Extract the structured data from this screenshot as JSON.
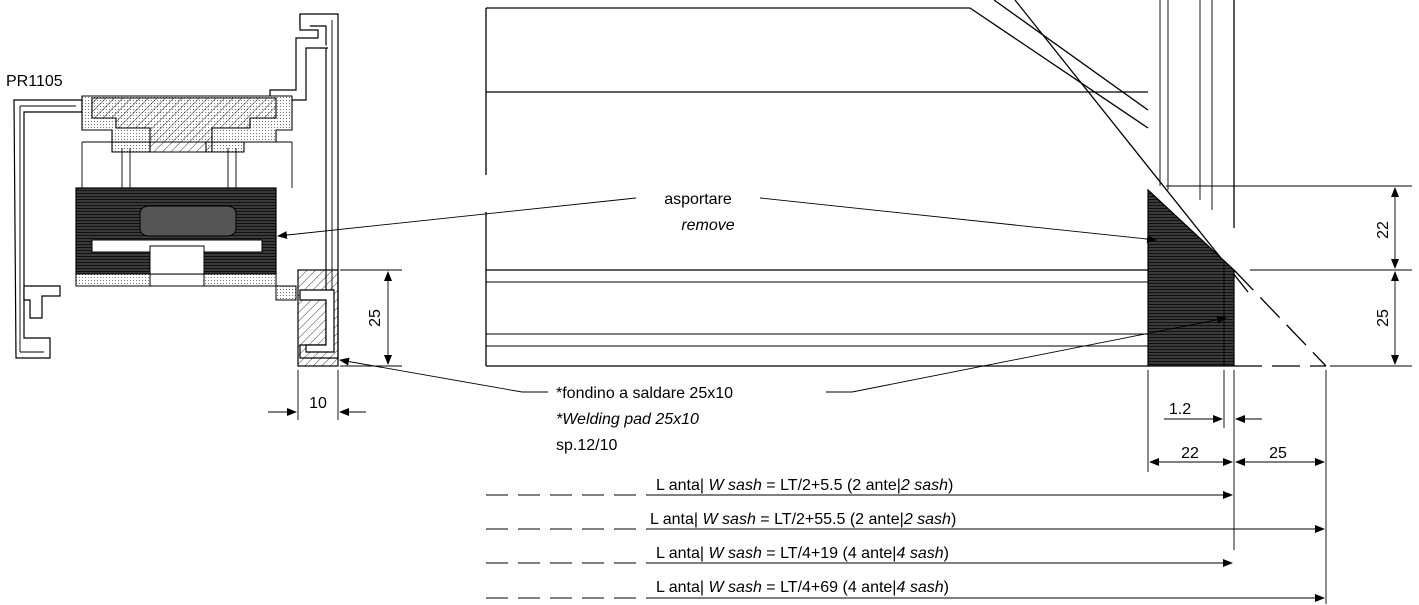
{
  "profile_code": "PR1105",
  "callouts": {
    "remove_it": "asportare",
    "remove_en": "remove",
    "pad_it": "*fondino a saldare 25x10",
    "pad_en": "*Welding pad  25x10",
    "thickness": "sp.12/10"
  },
  "dimensions": {
    "section_pad_height": "25",
    "section_pad_width": "10",
    "right_upper": "22",
    "right_lower": "25",
    "offset": "1.2",
    "cut_width": "22",
    "pad_width": "25"
  },
  "formulas": [
    {
      "prefix": "L anta| ",
      "em": "W sash",
      "mid": " = LT/2+5.5 (2 ante|",
      "em2": "2 sash",
      "end": ")"
    },
    {
      "prefix": "L anta| ",
      "em": "W sash",
      "mid": " = LT/2+55.5 (2 ante|",
      "em2": "2 sash",
      "end": ")"
    },
    {
      "prefix": "L anta| ",
      "em": "W sash",
      "mid": " = LT/4+19 (4 ante|",
      "em2": "4 sash",
      "end": ")"
    },
    {
      "prefix": "L anta| ",
      "em": "W sash",
      "mid": " = LT/4+69 (4 ante|",
      "em2": "4 sash",
      "end": ")"
    }
  ],
  "colors": {
    "line": "#000000",
    "removed_zone": "#2b2b2b",
    "pad_hatch": "#000000"
  }
}
